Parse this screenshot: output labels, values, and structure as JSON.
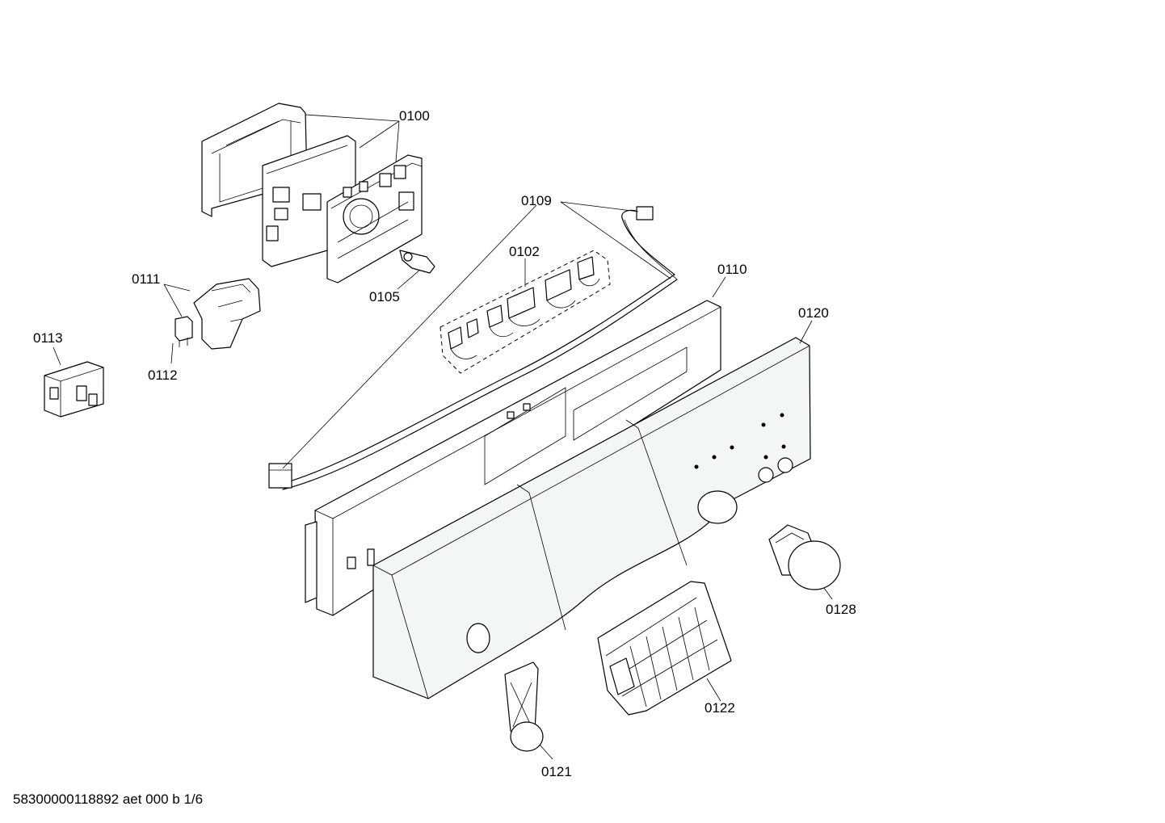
{
  "part_labels": {
    "p0100": "0100",
    "p0102": "0102",
    "p0105": "0105",
    "p0109": "0109",
    "p0110": "0110",
    "p0111": "0111",
    "p0112": "0112",
    "p0113": "0113",
    "p0120": "0120",
    "p0121": "0121",
    "p0122": "0122",
    "p0128": "0128"
  },
  "footer": {
    "document_id": "58300000118892 aet 000 b 1/6"
  },
  "colors": {
    "line": "#000000",
    "panel_fill": "#f3f6f6",
    "background": "#ffffff"
  }
}
